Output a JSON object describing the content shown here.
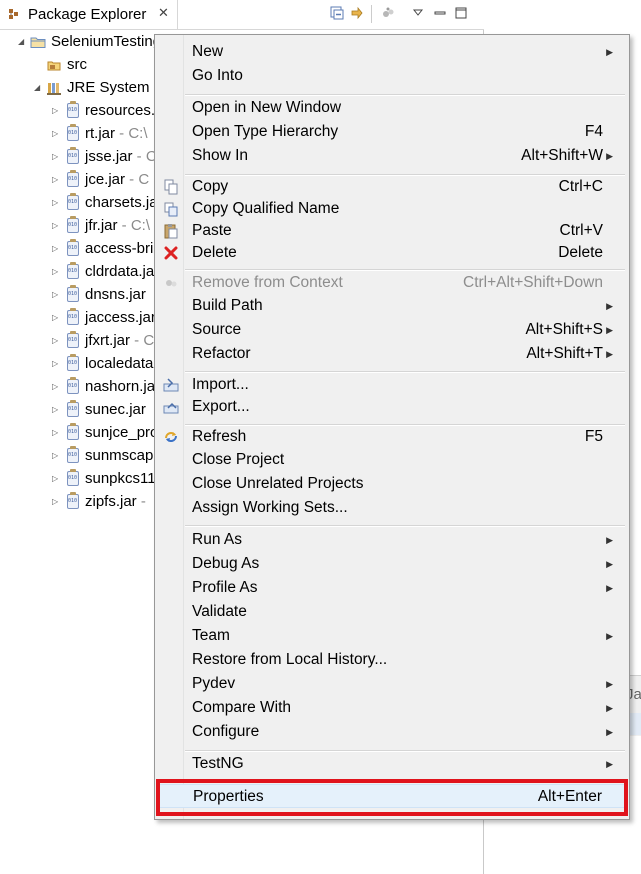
{
  "explorer": {
    "tab_title": "Package Explorer",
    "tree": [
      {
        "label": "SeleniumTesting",
        "decor": "",
        "icon": "project-folder-icon",
        "expanded": true,
        "level": 0
      },
      {
        "label": "src",
        "decor": "",
        "icon": "package-folder-icon",
        "expanded": null,
        "level": 1
      },
      {
        "label": "JRE System Library",
        "decor": "",
        "icon": "library-icon",
        "expanded": true,
        "level": 1
      },
      {
        "label": "resources.jar",
        "decor": "",
        "icon": "jar-icon",
        "expanded": false,
        "level": 2
      },
      {
        "label": "rt.jar",
        "decor": " - C:\\",
        "icon": "jar-icon",
        "expanded": false,
        "level": 2
      },
      {
        "label": "jsse.jar",
        "decor": " - C",
        "icon": "jar-icon",
        "expanded": false,
        "level": 2
      },
      {
        "label": "jce.jar",
        "decor": " - C",
        "icon": "jar-icon",
        "expanded": false,
        "level": 2
      },
      {
        "label": "charsets.jar",
        "decor": "",
        "icon": "jar-icon",
        "expanded": false,
        "level": 2
      },
      {
        "label": "jfr.jar",
        "decor": " - C:\\",
        "icon": "jar-icon",
        "expanded": false,
        "level": 2
      },
      {
        "label": "access-bridge",
        "decor": "",
        "icon": "jar-icon",
        "expanded": false,
        "level": 2
      },
      {
        "label": "cldrdata.jar",
        "decor": "",
        "icon": "jar-icon",
        "expanded": false,
        "level": 2
      },
      {
        "label": "dnsns.jar",
        "decor": "",
        "icon": "jar-icon",
        "expanded": false,
        "level": 2
      },
      {
        "label": "jaccess.jar",
        "decor": "",
        "icon": "jar-icon",
        "expanded": false,
        "level": 2
      },
      {
        "label": "jfxrt.jar",
        "decor": " - C",
        "icon": "jar-icon",
        "expanded": false,
        "level": 2
      },
      {
        "label": "localedata",
        "decor": "",
        "icon": "jar-icon",
        "expanded": false,
        "level": 2
      },
      {
        "label": "nashorn.jar",
        "decor": "",
        "icon": "jar-icon",
        "expanded": false,
        "level": 2
      },
      {
        "label": "sunec.jar",
        "decor": "",
        "icon": "jar-icon",
        "expanded": false,
        "level": 2
      },
      {
        "label": "sunjce_provider",
        "decor": "",
        "icon": "jar-icon",
        "expanded": false,
        "level": 2
      },
      {
        "label": "sunmscapi",
        "decor": "",
        "icon": "jar-icon",
        "expanded": false,
        "level": 2
      },
      {
        "label": "sunpkcs11",
        "decor": "",
        "icon": "jar-icon",
        "expanded": false,
        "level": 2
      },
      {
        "label": "zipfs.jar",
        "decor": " -",
        "icon": "jar-icon",
        "expanded": false,
        "level": 2
      }
    ]
  },
  "right_panel": {
    "partial_label": "Ja"
  },
  "context_menu": {
    "items": [
      {
        "label": "New",
        "accel": "",
        "submenu": true,
        "disabled": false,
        "icon": ""
      },
      {
        "label": "Go Into",
        "accel": "",
        "submenu": false,
        "disabled": false,
        "icon": ""
      },
      {
        "sep": true
      },
      {
        "label": "Open in New Window",
        "accel": "",
        "submenu": false,
        "disabled": false,
        "icon": ""
      },
      {
        "label": "Open Type Hierarchy",
        "accel": "F4",
        "submenu": false,
        "disabled": false,
        "icon": ""
      },
      {
        "label": "Show In",
        "accel": "Alt+Shift+W",
        "submenu": true,
        "disabled": false,
        "icon": ""
      },
      {
        "sep": true
      },
      {
        "label": "Copy",
        "accel": "Ctrl+C",
        "submenu": false,
        "disabled": false,
        "icon": "copy-icon"
      },
      {
        "label": "Copy Qualified Name",
        "accel": "",
        "submenu": false,
        "disabled": false,
        "icon": "copy-qualified-icon"
      },
      {
        "label": "Paste",
        "accel": "Ctrl+V",
        "submenu": false,
        "disabled": false,
        "icon": "paste-icon"
      },
      {
        "label": "Delete",
        "accel": "Delete",
        "submenu": false,
        "disabled": false,
        "icon": "delete-icon"
      },
      {
        "sep": true
      },
      {
        "label": "Remove from Context",
        "accel": "Ctrl+Alt+Shift+Down",
        "submenu": false,
        "disabled": true,
        "icon": "remove-context-icon"
      },
      {
        "label": "Build Path",
        "accel": "",
        "submenu": true,
        "disabled": false,
        "icon": ""
      },
      {
        "label": "Source",
        "accel": "Alt+Shift+S",
        "submenu": true,
        "disabled": false,
        "icon": ""
      },
      {
        "label": "Refactor",
        "accel": "Alt+Shift+T",
        "submenu": true,
        "disabled": false,
        "icon": ""
      },
      {
        "sep": true
      },
      {
        "label": "Import...",
        "accel": "",
        "submenu": false,
        "disabled": false,
        "icon": "import-icon"
      },
      {
        "label": "Export...",
        "accel": "",
        "submenu": false,
        "disabled": false,
        "icon": "export-icon"
      },
      {
        "sep": true
      },
      {
        "label": "Refresh",
        "accel": "F5",
        "submenu": false,
        "disabled": false,
        "icon": "refresh-icon"
      },
      {
        "label": "Close Project",
        "accel": "",
        "submenu": false,
        "disabled": false,
        "icon": ""
      },
      {
        "label": "Close Unrelated Projects",
        "accel": "",
        "submenu": false,
        "disabled": false,
        "icon": ""
      },
      {
        "label": "Assign Working Sets...",
        "accel": "",
        "submenu": false,
        "disabled": false,
        "icon": ""
      },
      {
        "sep": true
      },
      {
        "label": "Run As",
        "accel": "",
        "submenu": true,
        "disabled": false,
        "icon": ""
      },
      {
        "label": "Debug As",
        "accel": "",
        "submenu": true,
        "disabled": false,
        "icon": ""
      },
      {
        "label": "Profile As",
        "accel": "",
        "submenu": true,
        "disabled": false,
        "icon": ""
      },
      {
        "label": "Validate",
        "accel": "",
        "submenu": false,
        "disabled": false,
        "icon": ""
      },
      {
        "label": "Team",
        "accel": "",
        "submenu": true,
        "disabled": false,
        "icon": ""
      },
      {
        "label": "Restore from Local History...",
        "accel": "",
        "submenu": false,
        "disabled": false,
        "icon": ""
      },
      {
        "label": "Pydev",
        "accel": "",
        "submenu": true,
        "disabled": false,
        "icon": ""
      },
      {
        "label": "Compare With",
        "accel": "",
        "submenu": true,
        "disabled": false,
        "icon": ""
      },
      {
        "label": "Configure",
        "accel": "",
        "submenu": true,
        "disabled": false,
        "icon": ""
      },
      {
        "sep": true
      },
      {
        "label": "TestNG",
        "accel": "",
        "submenu": true,
        "disabled": false,
        "icon": ""
      },
      {
        "sep": true
      },
      {
        "label": "Properties",
        "accel": "Alt+Enter",
        "submenu": false,
        "disabled": false,
        "icon": "",
        "highlight": true
      }
    ],
    "highlight_color": "#e0131c"
  }
}
